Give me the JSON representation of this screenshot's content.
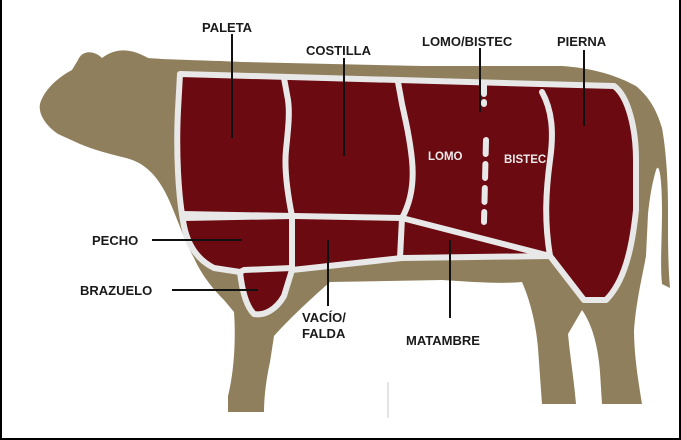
{
  "diagram": {
    "labels": {
      "paleta": "PALETA",
      "costilla": "COSTILLA",
      "lomo_bistec": "LOMO/BISTEC",
      "pierna": "PIERNA",
      "lomo": "LOMO",
      "bistec": "BISTEC",
      "pecho": "PECHO",
      "brazuelo": "BRAZUELO",
      "vacio_line1": "VACÍO/",
      "vacio_line2": "FALDA",
      "matambre": "MATAMBRE"
    },
    "colors": {
      "body": "#8f7f5c",
      "meat": "#6b0a10",
      "cut_lines": "#e8e8e8",
      "text": "#1a1a1a"
    }
  }
}
